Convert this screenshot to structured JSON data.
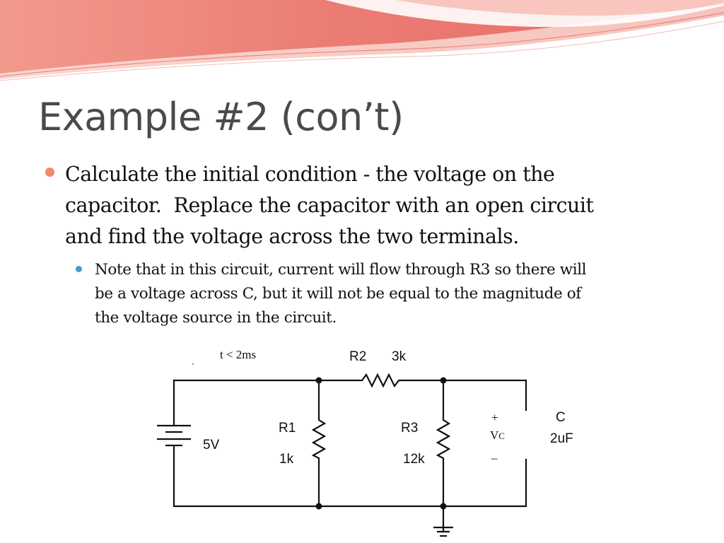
{
  "slide": {
    "title": "Example #2 (con’t)",
    "bullet_1": {
      "lines": [
        "Calculate the initial condition - the voltage on the",
        "capacitor.  Replace the capacitor with an open circuit",
        "and find the voltage across the two terminals."
      ]
    },
    "bullet_2": {
      "lines": [
        "Note that in this circuit, current will flow through R3 so there will",
        "be a voltage across C, but it will not be equal to the magnitude of",
        "the voltage source in the circuit."
      ]
    }
  },
  "circuit": {
    "time_label": "t < 2ms",
    "source": {
      "value": "5V"
    },
    "r1": {
      "name": "R1",
      "value": "1k"
    },
    "r2": {
      "name": "R2",
      "value": "3k"
    },
    "r3": {
      "name": "R3",
      "value": "12k"
    },
    "capacitor": {
      "name": "C",
      "value": "2uF"
    },
    "vc": {
      "plus": "+",
      "label_main": "V",
      "label_sub": "C",
      "minus": "–"
    }
  },
  "colors": {
    "bullet_level_1": "#f2876b",
    "bullet_level_2": "#3ba3c6",
    "title_text": "#4a4a4a",
    "banner_accent": "#e9776c"
  },
  "icons": {
    "bullet_level_1": "coral-dot-icon",
    "bullet_level_2": "blue-dot-icon"
  }
}
